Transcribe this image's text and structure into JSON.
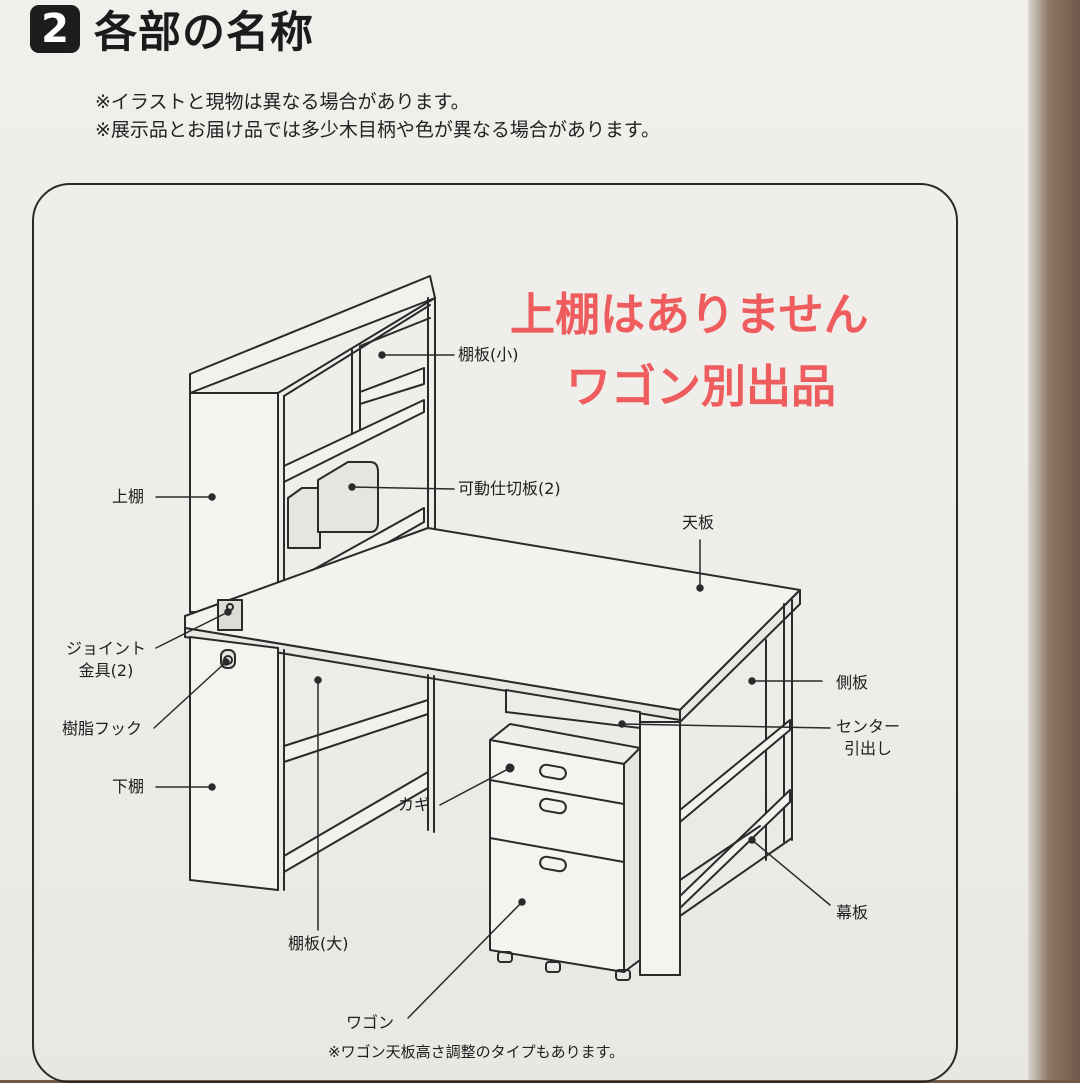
{
  "section": {
    "number": "2",
    "title": "各部の名称"
  },
  "notes": [
    "※イラストと現物は異なる場合があります。",
    "※展示品とお届け品では多少木目柄や色が異なる場合があります。"
  ],
  "overlay_text": {
    "line1": "上棚はありません",
    "line2": "ワゴン別出品",
    "color": "#ee5c5e"
  },
  "labels": {
    "shelf_small": "棚板(小)",
    "movable_partition": "可動仕切板(2)",
    "upper_shelf": "上棚",
    "top_board": "天板",
    "joint_line1": "ジョイント",
    "joint_line2": "金具(2)",
    "resin_hook": "樹脂フック",
    "side_board": "側板",
    "center_line1": "センター",
    "center_line2": "引出し",
    "lower_shelf": "下棚",
    "key": "カギ",
    "modesty_panel": "幕板",
    "shelf_large": "棚板(大)",
    "wagon": "ワゴン"
  },
  "bottom_note": "※ワゴン天板高さ調整のタイプもあります。"
}
